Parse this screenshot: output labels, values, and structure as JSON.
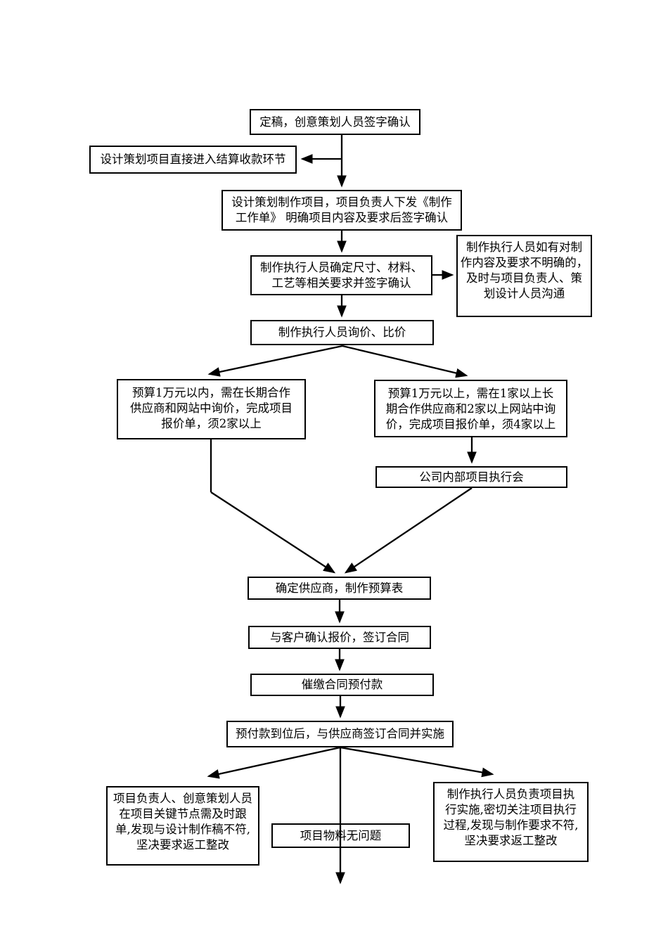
{
  "diagram": {
    "type": "flowchart",
    "language": "zh",
    "colors": {
      "background": "#ffffff",
      "line": "#000000",
      "box_border": "#000000",
      "text": "#000000"
    },
    "nodes": {
      "final_draft": {
        "label": "定稿，创意策划人员签字确认"
      },
      "settlement": {
        "label": "设计策划项目直接进入结算收款环节"
      },
      "work_order": {
        "lines": [
          "设计策划制作项目，项目负责人下发《制作",
          "工作单》 明确项目内容及要求后签字确认"
        ]
      },
      "confirm_specs": {
        "lines": [
          "制作执行人员确定尺寸、材料、",
          "工艺等相关要求并签字确认"
        ]
      },
      "communicate": {
        "lines": [
          "制作执行人员如有对制",
          "作内容及要求不明确的，",
          "及时与项目负责人、策",
          "划设计人员沟通"
        ]
      },
      "inquiry": {
        "label": "制作执行人员询价、比价"
      },
      "budget_within": {
        "lines": [
          "预算1万元以内，需在长期合作",
          "供应商和网站中询价，完成项目",
          "报价单，须2家以上"
        ]
      },
      "budget_above": {
        "lines": [
          "预算1万元以上，需在1家以上长",
          "期合作供应商和2家以上网站中询",
          "价，完成项目报价单，须4家以上"
        ]
      },
      "internal_meeting": {
        "label": "公司内部项目执行会"
      },
      "confirm_supplier": {
        "label": "确定供应商，制作预算表"
      },
      "client_contract": {
        "label": "与客户确认报价，签订合同"
      },
      "prepayment": {
        "label": "催缴合同预付款"
      },
      "supplier_contract": {
        "label": "预付款到位后，与供应商签订合同并实施"
      },
      "follow_up": {
        "lines": [
          "项目负责人、创意策划人员",
          "在项目关键节点需及时跟",
          "单,发现与设计制作稿不符,",
          "坚决要求返工整改"
        ]
      },
      "materials_ok": {
        "label": "项目物料无问题"
      },
      "execution": {
        "lines": [
          "制作执行人员负责项目执",
          "行实施,密切关注项目执行",
          "过程,发现与制作要求不符,",
          "坚决要求返工整改"
        ]
      }
    }
  }
}
